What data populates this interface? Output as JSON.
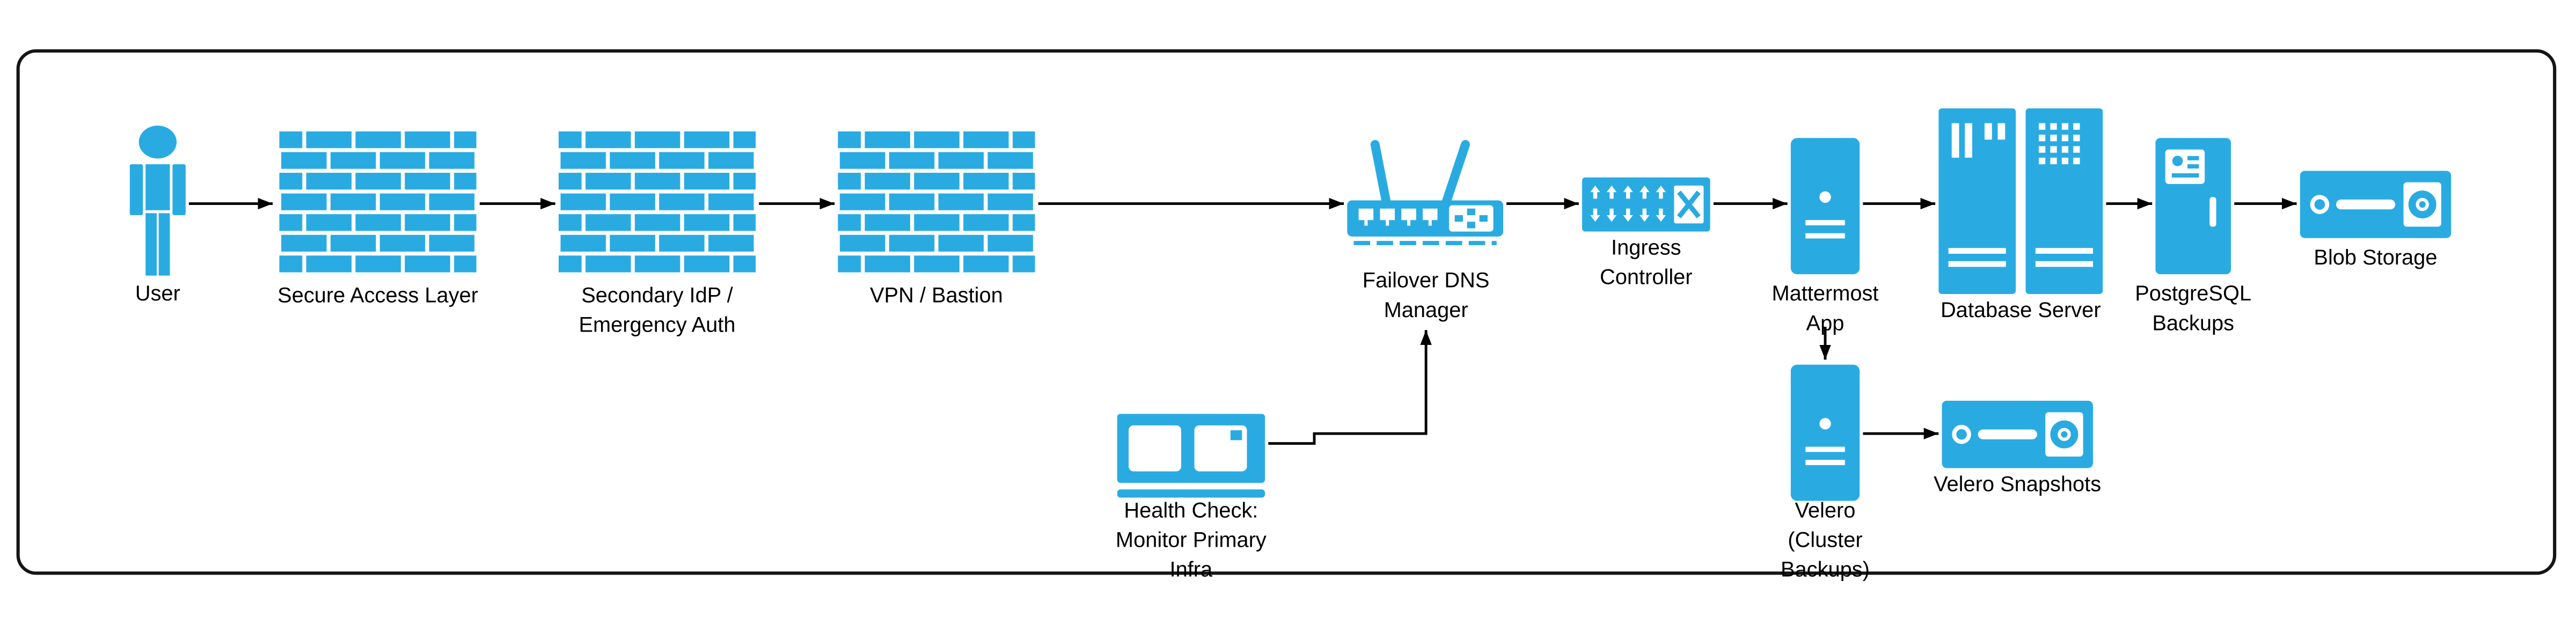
{
  "canvas": {
    "background": "#ffffff",
    "border_color": "#151515",
    "accent": "#29ABE2"
  },
  "nodes": {
    "user": {
      "label": "User",
      "icon": "user-icon"
    },
    "secure_access": {
      "label": "Secure Access Layer",
      "icon": "firewall-icon"
    },
    "secondary_idp": {
      "label": "Secondary IdP /\nEmergency Auth",
      "icon": "firewall-icon"
    },
    "vpn_bastion": {
      "label": "VPN / Bastion",
      "icon": "firewall-icon"
    },
    "failover_dns": {
      "label": "Failover DNS\nManager",
      "icon": "wireless-router-icon"
    },
    "ingress": {
      "label": "Ingress\nController",
      "icon": "network-switch-icon"
    },
    "mattermost": {
      "label": "Mattermost\nApp",
      "icon": "server-icon"
    },
    "database": {
      "label": "Database Server",
      "icon": "server-rack-icon"
    },
    "pg_backups": {
      "label": "PostgreSQL\nBackups",
      "icon": "server-tower-icon"
    },
    "blob": {
      "label": "Blob Storage",
      "icon": "tape-storage-icon"
    },
    "health": {
      "label": "Health Check:\nMonitor Primary\nInfra",
      "icon": "monitor-icon"
    },
    "velero": {
      "label": "Velero\n(Cluster\nBackups)",
      "icon": "server-icon"
    },
    "velero_snapshots": {
      "label": "Velero Snapshots",
      "icon": "tape-storage-icon"
    }
  },
  "edges": [
    {
      "from": "user",
      "to": "secure_access"
    },
    {
      "from": "secure_access",
      "to": "secondary_idp"
    },
    {
      "from": "secondary_idp",
      "to": "vpn_bastion"
    },
    {
      "from": "vpn_bastion",
      "to": "failover_dns"
    },
    {
      "from": "failover_dns",
      "to": "ingress"
    },
    {
      "from": "ingress",
      "to": "mattermost"
    },
    {
      "from": "mattermost",
      "to": "database"
    },
    {
      "from": "database",
      "to": "pg_backups"
    },
    {
      "from": "pg_backups",
      "to": "blob"
    },
    {
      "from": "health",
      "to": "failover_dns"
    },
    {
      "from": "mattermost",
      "to": "velero"
    },
    {
      "from": "velero",
      "to": "velero_snapshots"
    }
  ]
}
